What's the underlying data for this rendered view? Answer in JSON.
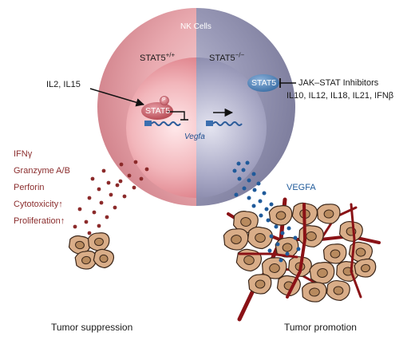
{
  "cell": {
    "title": "NK Cells",
    "left_genotype": {
      "prefix": "STAT5",
      "superscript": "+/+"
    },
    "right_genotype": {
      "prefix": "STAT5",
      "superscript": "−/−"
    },
    "stat5_left": "STAT5",
    "stat5_phospho": "P",
    "stat5_right": "STAT5",
    "gene": "Vegfa"
  },
  "cytokines_left": "IL2, IL15",
  "inhibitors": {
    "line1": "JAK–STAT Inhibitors",
    "line2": "IL10, IL12, IL18, IL21, IFNβ"
  },
  "effector_list": [
    "IFNγ",
    "Granzyme A/B",
    "Perforin",
    "Cytotoxicity↑",
    "Proliferation↑"
  ],
  "vegfa_label": "VEGFA",
  "outcomes": {
    "left": "Tumor suppression",
    "right": "Tumor promotion"
  },
  "colors": {
    "effector_text": "#8b2e2e",
    "vegfa_blue": "#1f5a9a",
    "dot_red": "#8b2a2a",
    "dot_blue": "#1f5a9a",
    "tumor_fill": "#d9ad88",
    "tumor_nucleus": "#b88a5e",
    "vessel": "#8a1216"
  }
}
